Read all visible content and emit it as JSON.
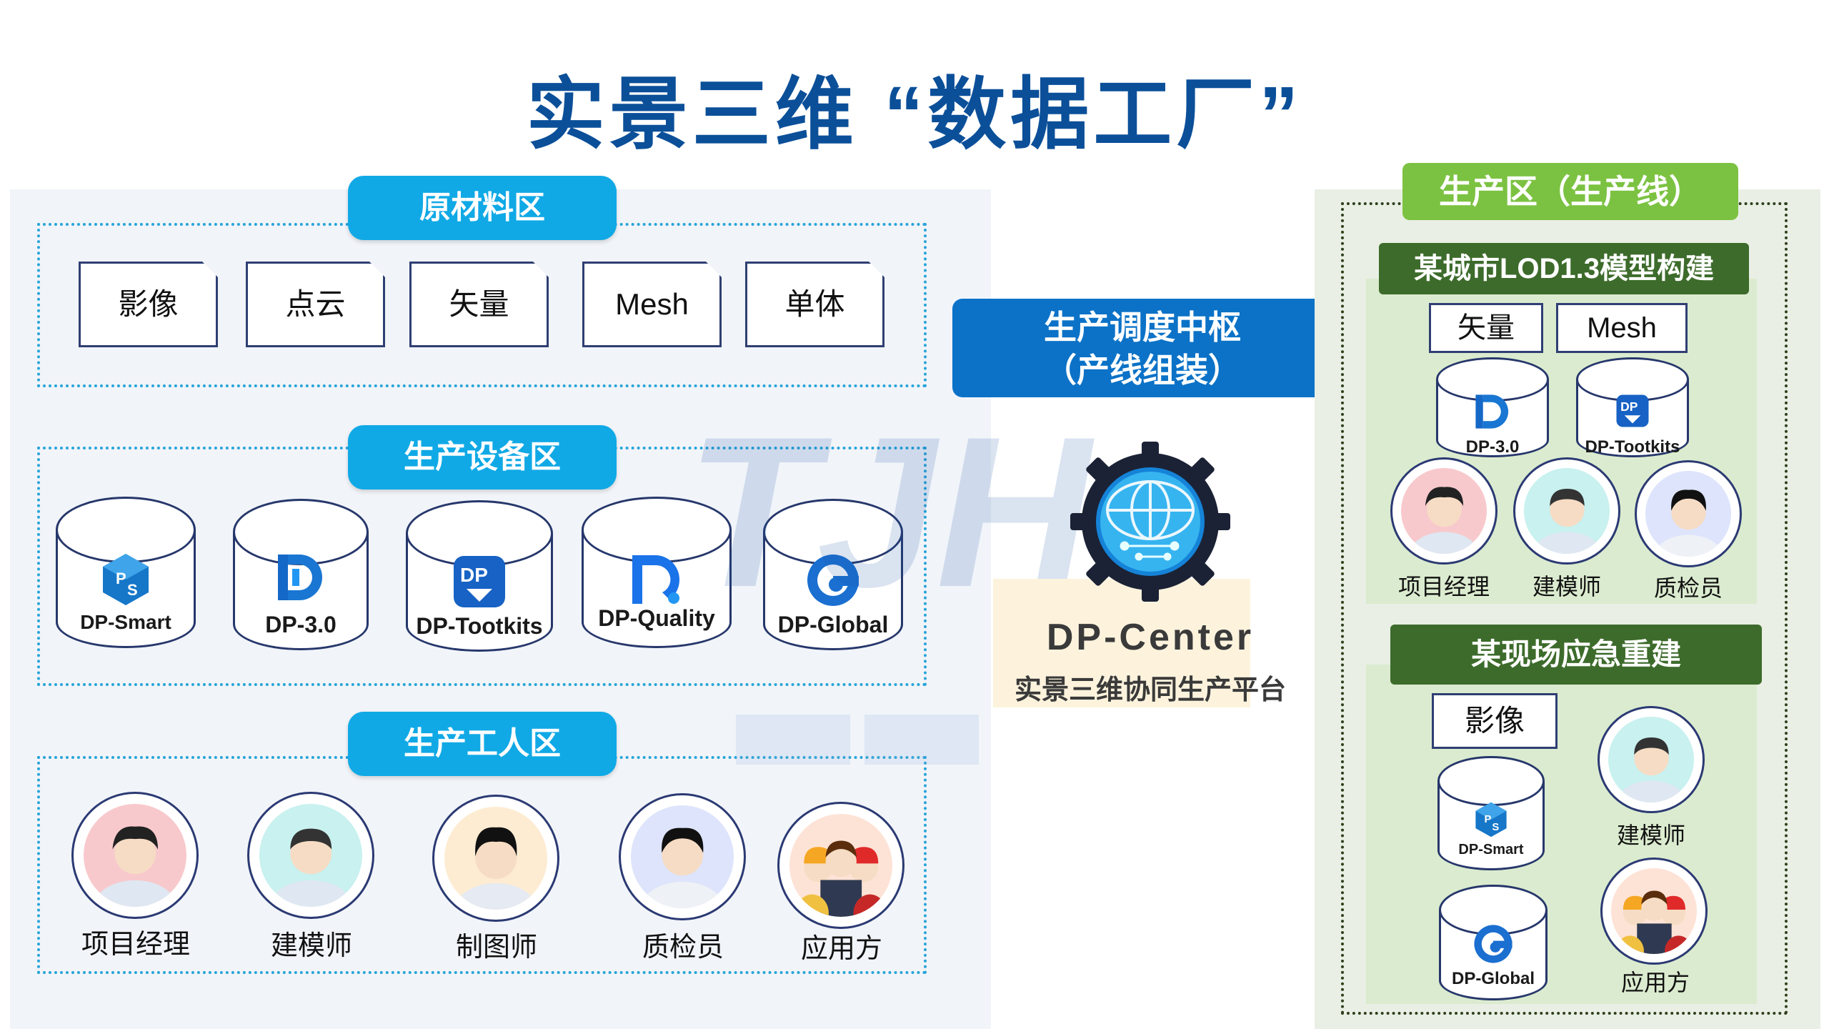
{
  "title": "实景三维 “数据工厂”",
  "left": {
    "materials": {
      "zone_label": "原材料区",
      "items": [
        "影像",
        "点云",
        "矢量",
        "Mesh",
        "单体"
      ]
    },
    "equipment": {
      "zone_label": "生产设备区",
      "items": [
        "DP-Smart",
        "DP-3.0",
        "DP-Tootkits",
        "DP-Quality",
        "DP-Global"
      ]
    },
    "workers": {
      "zone_label": "生产工人区",
      "items": [
        "项目经理",
        "建模师",
        "制图师",
        "质检员",
        "应用方"
      ]
    }
  },
  "center": {
    "header_line1": "生产调度中枢",
    "header_line2": "（产线组装）",
    "product_name": "DP-Center",
    "product_subtitle": "实景三维协同生产平台"
  },
  "right": {
    "zone_label": "生产区（生产线）",
    "line1": {
      "title": "某城市LOD1.3模型构建",
      "materials": [
        "矢量",
        "Mesh"
      ],
      "tools": [
        "DP-3.0",
        "DP-Tootkits"
      ],
      "people": [
        "项目经理",
        "建模师",
        "质检员"
      ]
    },
    "line2": {
      "title": "某现场应急重建",
      "materials": [
        "影像"
      ],
      "tools": [
        "DP-Smart",
        "DP-Global"
      ],
      "people": [
        "建模师",
        "应用方"
      ]
    }
  },
  "colors": {
    "title": "#0b4f99",
    "zone_pill": "#10a9e6",
    "center_header": "#0b72c7",
    "green_pill": "#7cc242",
    "dark_green": "#3d6b2b"
  }
}
